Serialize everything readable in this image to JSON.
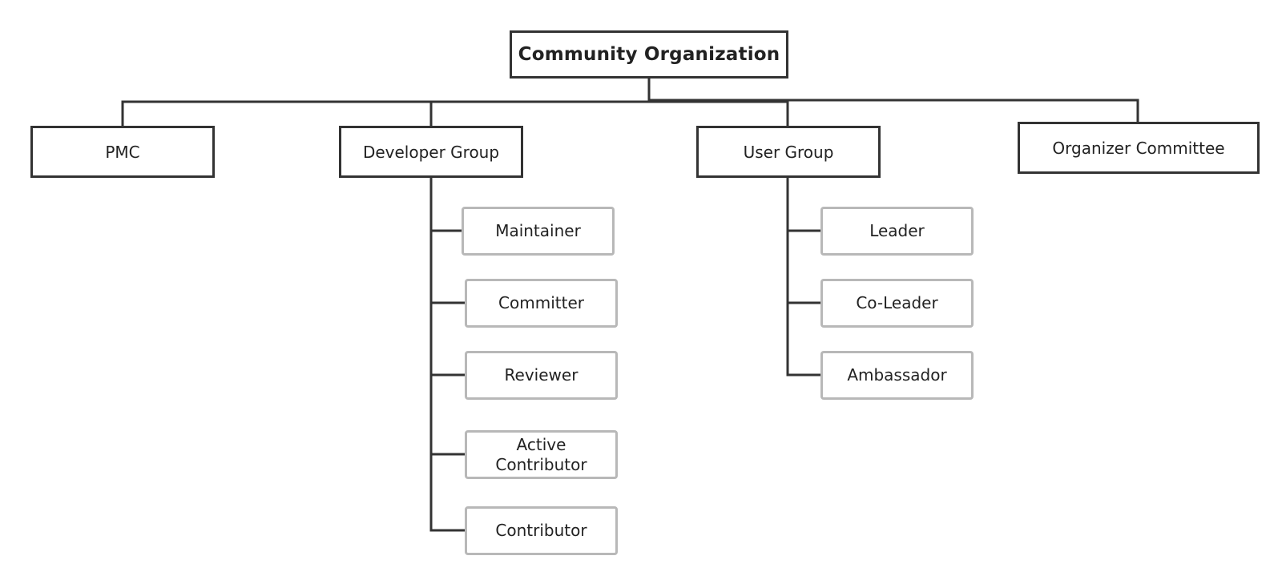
{
  "diagram": {
    "root": {
      "label": "Community Organization"
    },
    "groups": [
      {
        "label": "PMC",
        "children": []
      },
      {
        "label": "Developer Group",
        "children": [
          "Maintainer",
          "Committer",
          "Reviewer",
          "Active\nContributor",
          "Contributor"
        ]
      },
      {
        "label": "User Group",
        "children": [
          "Leader",
          "Co-Leader",
          "Ambassador"
        ]
      },
      {
        "label": "Organizer Committee",
        "children": []
      }
    ]
  },
  "colors": {
    "line": "#333333",
    "group_border": "#333333",
    "role_border": "#b8b8b8",
    "text": "#222222",
    "background": "#ffffff"
  }
}
